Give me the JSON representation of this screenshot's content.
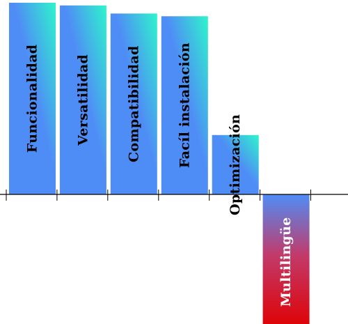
{
  "chart_data": {
    "type": "bar",
    "categories": [
      "Funcionalidad",
      "Versatilidad",
      "Compatibilidad",
      "Facíl instalación",
      "Optimización",
      "Multilingüe"
    ],
    "values": [
      142,
      140,
      134,
      132,
      44,
      -100
    ],
    "ylim": [
      -104,
      144
    ],
    "title": "",
    "xlabel": "",
    "ylabel": "",
    "grid": false,
    "legend": "none",
    "colors": {
      "positive_top": "#2EF5CC",
      "positive_bottom": "#4F8DF6",
      "negative_top": "#4F8DF6",
      "negative_mid": "#C23A6A",
      "negative_bottom": "#E00000",
      "label_on_positive": "#000000",
      "label_on_negative": "#ffffff",
      "axis": "#000000"
    }
  }
}
